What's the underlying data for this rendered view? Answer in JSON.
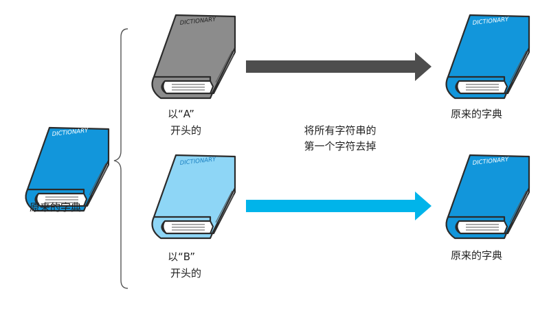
{
  "book_title": "DICTIONARY",
  "source": {
    "label": "原来的字典",
    "color": "#1296db"
  },
  "branches": [
    {
      "line1": "以“A”",
      "line2": "开头的",
      "book_color": "#8c8c8c",
      "arrow_color": "#4d4d4d",
      "result_label": "原来的字典",
      "result_color": "#1296db"
    },
    {
      "line1": "以“B”",
      "line2": "开头的",
      "book_color": "#8ed6f6",
      "arrow_color": "#00b4ea",
      "result_label": "原来的字典",
      "result_color": "#1296db"
    }
  ],
  "operation": {
    "line1": "将所有字符串的",
    "line2": "第一个字符去掉"
  },
  "colors": {
    "outline": "#2b2b2b",
    "bracket": "#555555"
  }
}
